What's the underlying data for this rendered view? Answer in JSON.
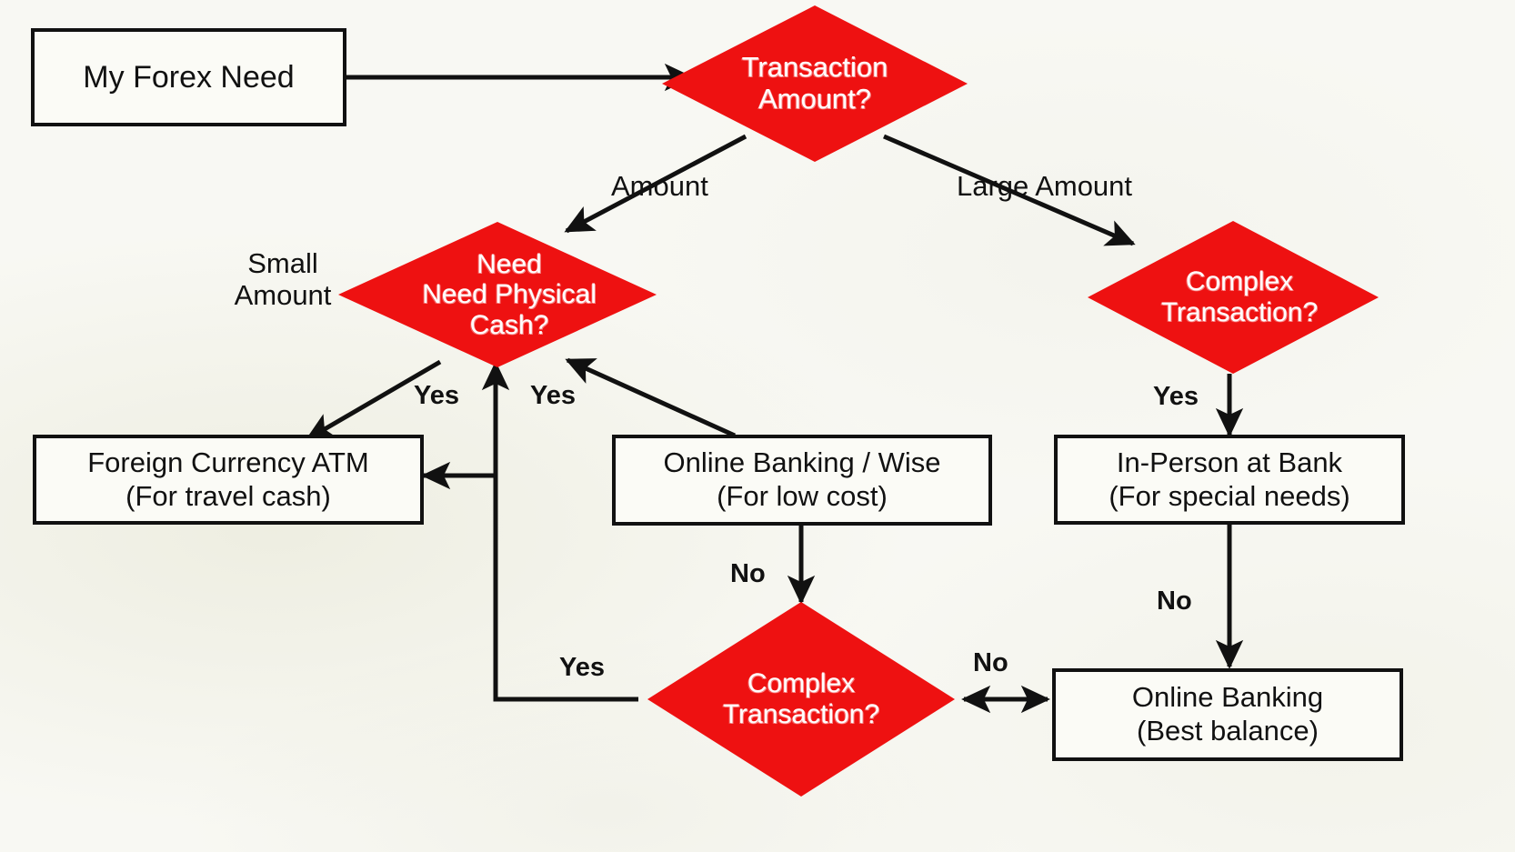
{
  "diagram": {
    "title": "My Forex Need decision flowchart",
    "colors": {
      "decision_fill": "#EE1111",
      "decision_text": "#FFFFFF",
      "process_fill": "#FBFBF6",
      "stroke": "#111111",
      "background": "#F8F8F3"
    },
    "nodes": [
      {
        "id": "start",
        "type": "process",
        "lines": [
          "My Forex Need"
        ]
      },
      {
        "id": "transaction-amount",
        "type": "decision",
        "lines": [
          "Transaction",
          "Amount?"
        ]
      },
      {
        "id": "need-physical-cash",
        "type": "decision",
        "lines": [
          "Need",
          "Need Physical",
          "Cash?"
        ]
      },
      {
        "id": "complex-transaction-right",
        "type": "decision",
        "lines": [
          "Complex",
          "Transaction?"
        ]
      },
      {
        "id": "foreign-currency-atm",
        "type": "process",
        "lines": [
          "Foreign Currency ATM",
          "(For travel cash)"
        ]
      },
      {
        "id": "online-banking-wise",
        "type": "process",
        "lines": [
          "Online Banking / Wise",
          "(For low cost)"
        ]
      },
      {
        "id": "in-person-at-bank",
        "type": "process",
        "lines": [
          "In-Person at Bank",
          "(For special needs)"
        ]
      },
      {
        "id": "complex-transaction-bottom",
        "type": "decision",
        "lines": [
          "Complex",
          "Transaction?"
        ]
      },
      {
        "id": "online-banking-best",
        "type": "process",
        "lines": [
          "Online Banking",
          "(Best balance)"
        ]
      }
    ],
    "edge_labels": {
      "amount": "Amount",
      "small_amount": [
        "Small",
        "Amount"
      ],
      "large_amount": "Large Amount",
      "yes_atm": "Yes",
      "yes_wise": "Yes",
      "yes_right": "Yes",
      "yes_bottom": "Yes",
      "no_wise": "No",
      "no_right": "No",
      "no_bottom": "No"
    }
  }
}
